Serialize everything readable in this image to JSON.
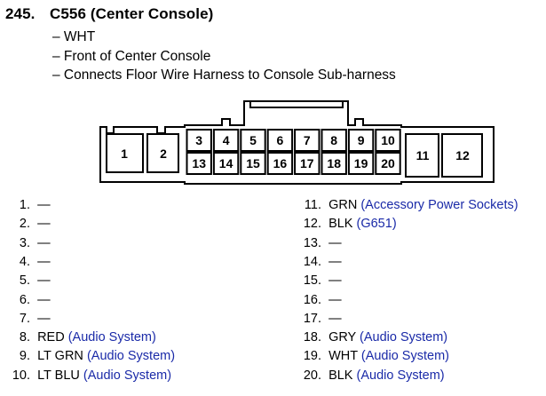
{
  "header": {
    "number": "245.",
    "title": "C556 (Center Console)",
    "lines": [
      "– WHT",
      "– Front of Center Console",
      "– Connects Floor Wire Harness to Console Sub-harness"
    ]
  },
  "connector": {
    "cells": [
      "1",
      "2",
      "3",
      "4",
      "5",
      "6",
      "7",
      "8",
      "9",
      "10",
      "11",
      "12",
      "13",
      "14",
      "15",
      "16",
      "17",
      "18",
      "19",
      "20"
    ]
  },
  "pins_left": [
    {
      "n": "1.",
      "color": "—",
      "desc": ""
    },
    {
      "n": "2.",
      "color": "—",
      "desc": ""
    },
    {
      "n": "3.",
      "color": "—",
      "desc": ""
    },
    {
      "n": "4.",
      "color": "—",
      "desc": ""
    },
    {
      "n": "5.",
      "color": "—",
      "desc": ""
    },
    {
      "n": "6.",
      "color": "—",
      "desc": ""
    },
    {
      "n": "7.",
      "color": "—",
      "desc": ""
    },
    {
      "n": "8.",
      "color": "RED",
      "desc": "(Audio System)"
    },
    {
      "n": "9.",
      "color": "LT GRN",
      "desc": "(Audio System)"
    },
    {
      "n": "10.",
      "color": "LT BLU",
      "desc": "(Audio System)"
    }
  ],
  "pins_right": [
    {
      "n": "11.",
      "color": "GRN",
      "desc": "(Accessory Power Sockets)"
    },
    {
      "n": "12.",
      "color": "BLK",
      "desc": "(G651)"
    },
    {
      "n": "13.",
      "color": "—",
      "desc": ""
    },
    {
      "n": "14.",
      "color": "—",
      "desc": ""
    },
    {
      "n": "15.",
      "color": "—",
      "desc": ""
    },
    {
      "n": "16.",
      "color": "—",
      "desc": ""
    },
    {
      "n": "17.",
      "color": "—",
      "desc": ""
    },
    {
      "n": "18.",
      "color": "GRY",
      "desc": "(Audio System)"
    },
    {
      "n": "19.",
      "color": "WHT",
      "desc": "(Audio System)"
    },
    {
      "n": "20.",
      "color": "BLK",
      "desc": "(Audio System)"
    }
  ]
}
